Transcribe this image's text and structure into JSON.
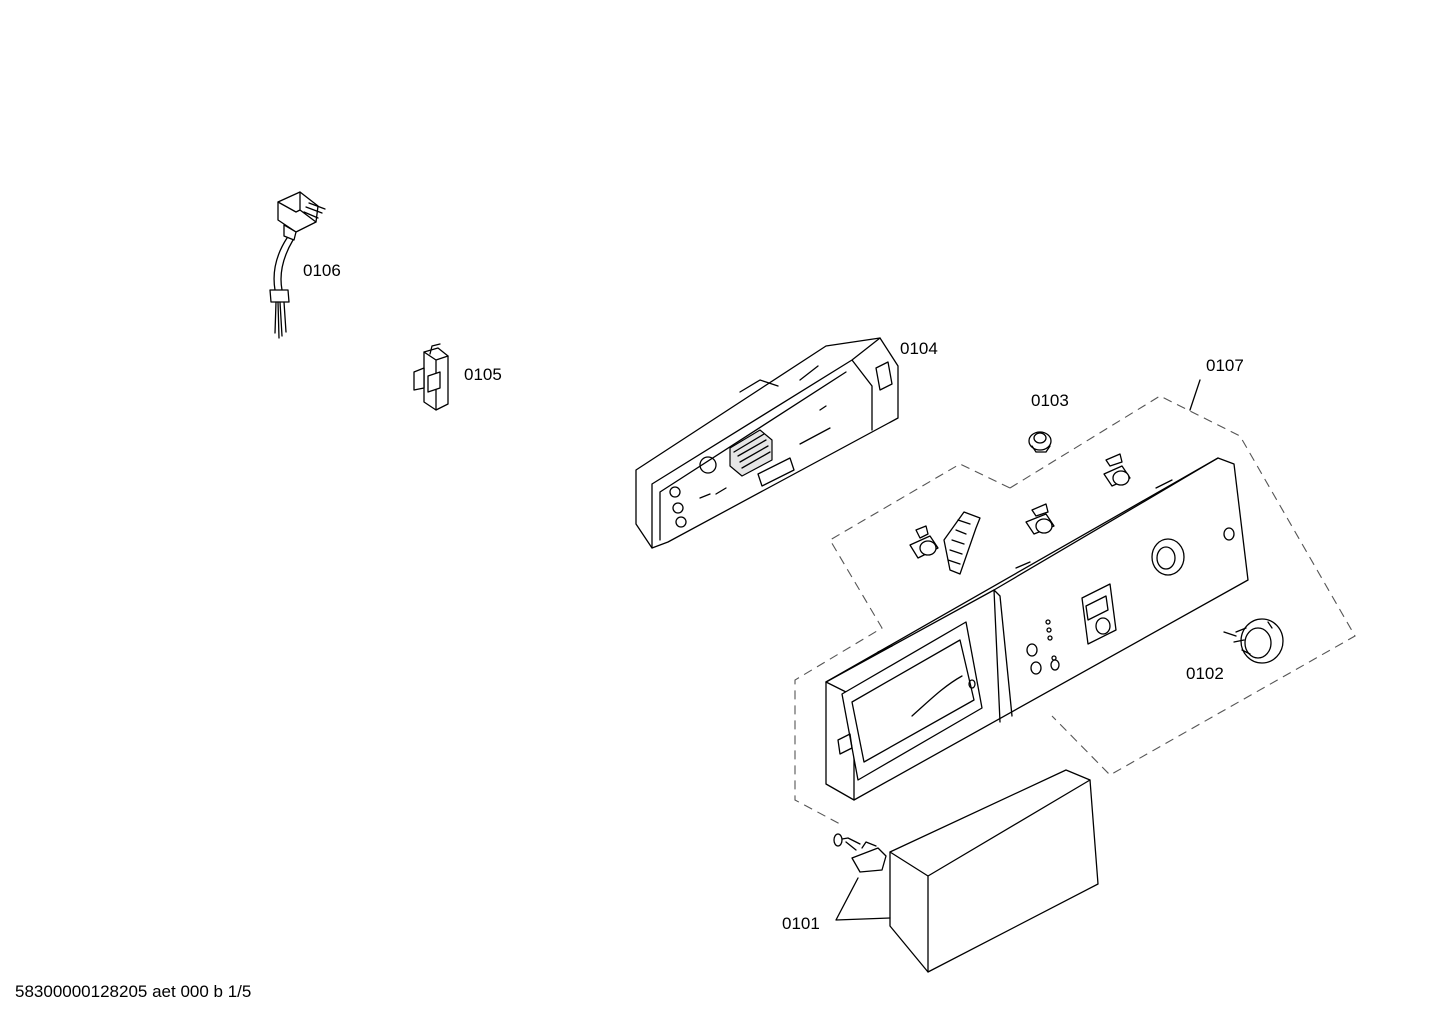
{
  "parts": [
    {
      "id": "0101",
      "label": "0101"
    },
    {
      "id": "0102",
      "label": "0102"
    },
    {
      "id": "0103",
      "label": "0103"
    },
    {
      "id": "0104",
      "label": "0104"
    },
    {
      "id": "0105",
      "label": "0105"
    },
    {
      "id": "0106",
      "label": "0106"
    },
    {
      "id": "0107",
      "label": "0107"
    }
  ],
  "footer": "58300000128205 aet 000 b 1/5"
}
